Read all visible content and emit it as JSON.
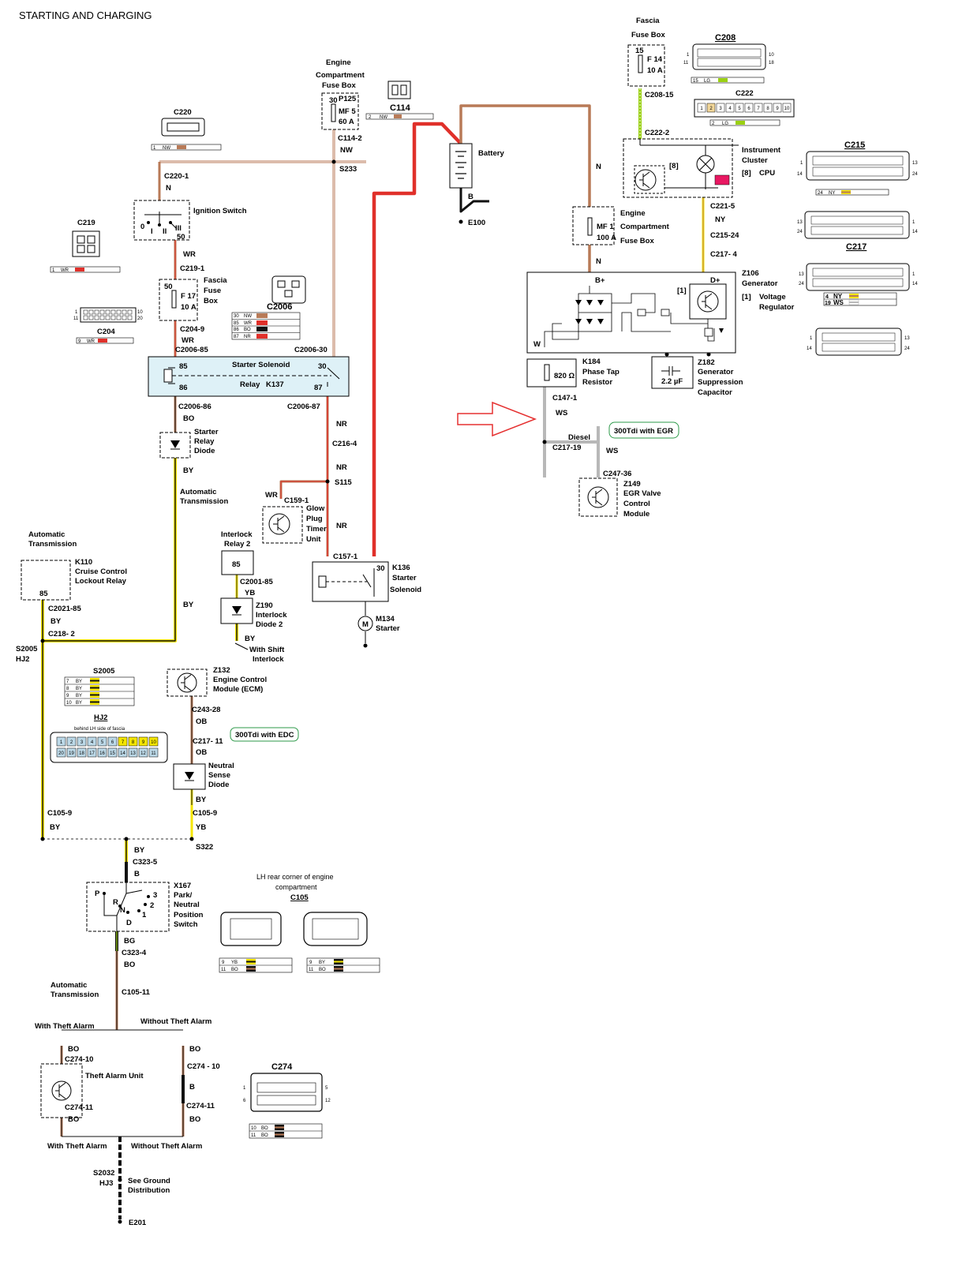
{
  "title": "STARTING AND CHARGING",
  "colors": {
    "brown": "#b87a57",
    "red": "#e0302a",
    "yellow": "#f5e600",
    "black": "#111111",
    "green": "#9ad012",
    "grey": "#b8b8b8",
    "white": "#ffffff",
    "pink": "#e81862",
    "note": "#2e9a4a",
    "arrow": "#e53030"
  },
  "engine_fuse": {
    "h1": "Engine",
    "h2": "Compartment",
    "h3": "Fuse Box",
    "pin": "30",
    "id": "P125",
    "fuse": "MF 5",
    "amp": "60 A",
    "conn": "C114-2",
    "wire": "NW",
    "splice": "S233"
  },
  "c114": {
    "id": "C114",
    "pin": "2",
    "wire": "NW"
  },
  "c220": {
    "id": "C220",
    "pin": "1",
    "wire": "NW",
    "conn": "C220-1",
    "wire2": "N"
  },
  "ignition": {
    "label": "Ignition Switch",
    "p0": "0",
    "p1": "I",
    "p2": "II",
    "p3": "III",
    "p50": "50",
    "wire": "WR"
  },
  "c219": {
    "id": "C219",
    "pin": "1",
    "wire": "WR",
    "conn": "C219-1"
  },
  "fascia_fuse17": {
    "pin": "50",
    "h1": "Fascia",
    "h2": "Fuse",
    "h3": "Box",
    "fuse": "F 17",
    "amp": "10 A",
    "conn": "C204-9",
    "wire": "WR",
    "conn2": "C2006-85"
  },
  "c204": {
    "id": "C204",
    "pin": "9",
    "wire": "WR",
    "l1": "1",
    "l2": "10",
    "r1": "11",
    "r2": "20"
  },
  "c2006": {
    "id": "C2006",
    "rows": [
      {
        "pin": "30",
        "wire": "NW"
      },
      {
        "pin": "85",
        "wire": "WR"
      },
      {
        "pin": "86",
        "wire": "BO"
      },
      {
        "pin": "87",
        "wire": "NR"
      }
    ],
    "conn30": "C2006-30"
  },
  "relay_k137": {
    "t1": "Starter Solenoid",
    "t2": "Relay",
    "id": "K137",
    "p85": "85",
    "p86": "86",
    "p30": "30",
    "p87": "87",
    "c86": "C2006-86",
    "c87": "C2006-87"
  },
  "diode": {
    "wire_in": "BO",
    "l1": "Starter",
    "l2": "Relay",
    "l3": "Diode",
    "wire_out": "BY",
    "at1": "Automatic",
    "at2": "Transmission"
  },
  "right_branch": {
    "w1": "NR",
    "c1": "C216-4",
    "w2": "NR",
    "splice": "S115",
    "w3": "NR",
    "c2": "C157-1"
  },
  "glow_plug": {
    "wire": "WR",
    "conn": "C159-1",
    "l1": "Glow",
    "l2": "Plug",
    "l3": "Timer",
    "l4": "Unit"
  },
  "battery": {
    "label": "Battery",
    "wire": "B",
    "ground": "E100"
  },
  "k136": {
    "pin": "30",
    "id": "K136",
    "l1": "Starter",
    "l2": "Solenoid",
    "motor": "M",
    "m_id": "M134",
    "m_l": "Starter"
  },
  "k110": {
    "h1": "Automatic",
    "h2": "Transmission",
    "id": "K110",
    "l1": "Cruise Control",
    "l2": "Lockout Relay",
    "pin": "85",
    "conn": "C2021-85",
    "wire": "BY",
    "conn2": "C218- 2"
  },
  "interlock": {
    "h1": "Interlock",
    "h2": "Relay 2",
    "pin": "85",
    "conn": "C2001-85",
    "wire": "YB",
    "id": "Z190",
    "l1": "Interlock",
    "l2": "Diode 2",
    "wire2": "BY",
    "note1": "With Shift",
    "note2": "Interlock",
    "wire_mid": "BY"
  },
  "s2005": {
    "id": "S2005",
    "hj": "HJ2",
    "rows": [
      {
        "pin": "7",
        "wire": "BY"
      },
      {
        "pin": "8",
        "wire": "BY"
      },
      {
        "pin": "9",
        "wire": "BY"
      },
      {
        "pin": "10",
        "wire": "BY"
      }
    ],
    "hj_title": "HJ2",
    "hj_note": "behind LH side of fascia"
  },
  "hj2_pins": [
    "1",
    "2",
    "3",
    "4",
    "5",
    "6",
    "7",
    "8",
    "9",
    "10",
    "11",
    "12",
    "13",
    "14",
    "15",
    "16",
    "17",
    "18",
    "19",
    "20"
  ],
  "ecm": {
    "id": "Z132",
    "l1": "Engine Control",
    "l2": "Module (ECM)",
    "conn": "C243-28",
    "wire": "OB",
    "conn2": "C217- 11",
    "wire2": "OB",
    "note": "300Tdi with EDC"
  },
  "neutral_diode": {
    "l1": "Neutral",
    "l2": "Sense",
    "l3": "Diode",
    "wire": "BY",
    "conn": "C105-9",
    "wire2": "YB",
    "splice": "S322"
  },
  "left_bus": {
    "conn": "C105-9",
    "wire": "BY"
  },
  "park_switch": {
    "wire_in": "BY",
    "conn_in": "C323-5",
    "wire_b": "B",
    "id": "X167",
    "l1": "Park/",
    "l2": "Neutral",
    "l3": "Position",
    "l4": "Switch",
    "P": "P",
    "R": "R",
    "N": "N",
    "D": "D",
    "n3": "3",
    "n2": "2",
    "n1": "1",
    "wire_out": "BG",
    "conn_out": "C323-4",
    "wire_out2": "BO",
    "at1": "Automatic",
    "at2": "Transmission",
    "conn3": "C105-11"
  },
  "c105": {
    "h1": "LH rear corner of engine",
    "h2": "compartment",
    "id": "C105",
    "rowsA": [
      {
        "pin": "9",
        "wire": "YB"
      },
      {
        "pin": "11",
        "wire": "BO"
      }
    ],
    "rowsB": [
      {
        "pin": "9",
        "wire": "BY"
      },
      {
        "pin": "11",
        "wire": "BO"
      }
    ]
  },
  "theft": {
    "with1": "With Theft Alarm",
    "without1": "Without Theft Alarm",
    "w1": "BO",
    "c1": "C274-10",
    "unit": "Theft Alarm Unit",
    "c2": "C274-11",
    "w2": "BO",
    "r_w1": "BO",
    "r_c1": "C274 - 10",
    "r_w2": "B",
    "r_c2": "C274-11",
    "r_w3": "BO",
    "with2": "With Theft Alarm",
    "without2": "Without Theft Alarm"
  },
  "ground": {
    "s": "S2032",
    "hj": "HJ3",
    "l1": "See Ground",
    "l2": "Distribution",
    "e": "E201"
  },
  "c274": {
    "id": "C274",
    "p1": "1",
    "p6": "6",
    "p5": "5",
    "p12": "12",
    "rows": [
      {
        "pin": "10",
        "wire": "BO"
      },
      {
        "pin": "11",
        "wire": "BO"
      }
    ]
  },
  "fascia_top": {
    "h1": "Fascia",
    "h2": "Fuse Box",
    "pin": "15",
    "fuse": "F 14",
    "amp": "10 A",
    "conn": "C208-15",
    "conn2": "C222-2"
  },
  "c208": {
    "id": "C208",
    "n1": "1",
    "n11": "11",
    "n10": "10",
    "n18": "18",
    "pin": "15",
    "wire": "LG"
  },
  "c222": {
    "id": "C222",
    "pins": [
      "1",
      "2",
      "3",
      "4",
      "5",
      "6",
      "7",
      "8",
      "9",
      "10"
    ],
    "pin": "2",
    "wire": "LG"
  },
  "cluster": {
    "l1": "Instrument",
    "l2": "Cluster",
    "n8": "[8]",
    "n8b": "[8]",
    "cpu": "CPU",
    "conn": "C221-5",
    "wire": "NY",
    "conn2": "C215-24",
    "conn3": "C217- 4"
  },
  "mf1": {
    "l1": "Engine",
    "l2": "Compartment",
    "l3": "Fuse Box",
    "fuse": "MF 1",
    "amp": "100 A",
    "wire": "N",
    "wire2": "N"
  },
  "generator": {
    "bplus": "B+",
    "dplus": "D+",
    "n1": "[1]",
    "id": "Z106",
    "l1": "Generator",
    "n1b": "[1]",
    "vr1": "Voltage",
    "vr2": "Regulator",
    "w": "W"
  },
  "k184": {
    "value": "820 Ω",
    "id": "K184",
    "l1": "Phase Tap",
    "l2": "Resistor",
    "conn": "C147-1",
    "wire": "WS"
  },
  "z182": {
    "value": "2.2 µF",
    "id": "Z182",
    "l1": "Generator",
    "l2": "Suppression",
    "l3": "Capacitor"
  },
  "egr": {
    "note": "300Tdi with EGR",
    "diesel": "Diesel",
    "conn": "C217-19",
    "wire": "WS",
    "conn2": "C247-36",
    "id": "Z149",
    "l1": "EGR Valve",
    "l2": "Control",
    "l3": "Module"
  },
  "c215": {
    "id": "C215",
    "n1": "1",
    "n14": "14",
    "n13": "13",
    "n24": "24",
    "pin": "24",
    "wire": "NY"
  },
  "c217": {
    "id": "C217",
    "n13": "13",
    "n24": "24",
    "n1": "1",
    "n14": "14",
    "rows": [
      {
        "pin": "4",
        "wire": "NY"
      },
      {
        "pin": "19",
        "wire": "WS"
      }
    ]
  },
  "c217b": {
    "n1": "1",
    "n14": "14",
    "n13": "13",
    "n24": "24"
  }
}
